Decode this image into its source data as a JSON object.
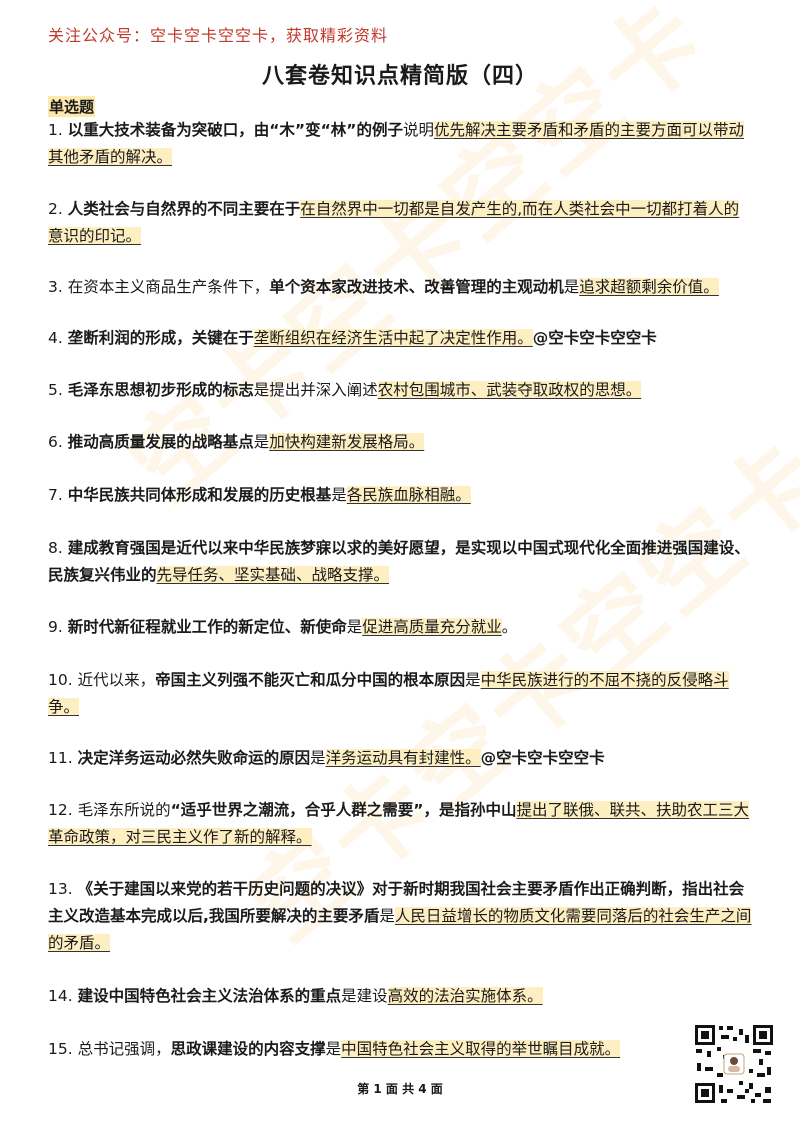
{
  "top_note": "关注公众号：空卡空卡空空卡，获取精彩资料",
  "title": "八套卷知识点精简版（四）",
  "section": "单选题",
  "watermark_text": "空卡空卡空空卡",
  "items": [
    {
      "n": "1.",
      "parts": [
        {
          "t": "以重大技术装备为突破口，由“木”变“林”的例子",
          "s": "b"
        },
        {
          "t": "说明"
        },
        {
          "t": "优先解决主要矛盾和矛盾的主要方面可以带动其他矛盾的解决。",
          "s": "a"
        }
      ]
    },
    {
      "n": "2.",
      "parts": [
        {
          "t": "人类社会与自然界的不同主要在于",
          "s": "b"
        },
        {
          "t": "在自然界中一切都是自发产生的,而在人类社会中一切都打着人的意识的印记。",
          "s": "a"
        }
      ]
    },
    {
      "n": "3.",
      "parts": [
        {
          "t": "在资本主义商品生产条件下，"
        },
        {
          "t": "单个资本家改进技术、改善管理的主观动机",
          "s": "b"
        },
        {
          "t": "是"
        },
        {
          "t": "追求超额剩余价值。",
          "s": "a"
        }
      ]
    },
    {
      "n": "4.",
      "parts": [
        {
          "t": "垄断利润的形成，关键在于",
          "s": "b"
        },
        {
          "t": "垄断组织在经济生活中起了决定性作用。",
          "s": "a"
        },
        {
          "t": "@空卡空卡空空卡",
          "s": "b"
        }
      ]
    },
    {
      "n": "5.",
      "parts": [
        {
          "t": "毛泽东思想初步形成的标志",
          "s": "b"
        },
        {
          "t": "是提出并深入阐述"
        },
        {
          "t": "农村包围城市、武装夺取政权的思想。",
          "s": "a"
        }
      ]
    },
    {
      "n": "6.",
      "parts": [
        {
          "t": "推动高质量发展的战略基点",
          "s": "b"
        },
        {
          "t": "是"
        },
        {
          "t": "加快构建新发展格局。",
          "s": "a"
        }
      ]
    },
    {
      "n": "7.",
      "parts": [
        {
          "t": "中华民族共同体形成和发展的历史根基",
          "s": "b"
        },
        {
          "t": "是"
        },
        {
          "t": "各民族血脉相融。",
          "s": "a"
        }
      ]
    },
    {
      "n": "8.",
      "parts": [
        {
          "t": "建成教育强国是近代以来中华民族梦寐以求的美好愿望，是实现以中国式现代化全面推进强国建设、民族复兴伟业的",
          "s": "b"
        },
        {
          "t": "先导任务、坚实基础、战略支撑。",
          "s": "a"
        }
      ]
    },
    {
      "n": "9.",
      "parts": [
        {
          "t": "新时代新征程就业工作的新定位、新使命",
          "s": "b"
        },
        {
          "t": "是"
        },
        {
          "t": "促进高质量充分就业",
          "s": "a"
        },
        {
          "t": "。"
        }
      ]
    },
    {
      "n": "10.",
      "parts": [
        {
          "t": "近代以来，"
        },
        {
          "t": "帝国主义列强不能灭亡和瓜分中国的根本原因",
          "s": "b"
        },
        {
          "t": "是"
        },
        {
          "t": "中华民族进行的不屈不挠的反侵略斗争。",
          "s": "a"
        }
      ]
    },
    {
      "n": "11.",
      "parts": [
        {
          "t": "决定洋务运动必然失败命运的原因",
          "s": "b"
        },
        {
          "t": "是"
        },
        {
          "t": "洋务运动具有封建性。",
          "s": "a"
        },
        {
          "t": "@空卡空卡空空卡",
          "s": "b"
        }
      ]
    },
    {
      "n": "12.",
      "parts": [
        {
          "t": "毛泽东所说的"
        },
        {
          "t": "“适乎世界之潮流，合乎人群之需要”，是指孙中山",
          "s": "b"
        },
        {
          "t": "提出了联俄、联共、扶助农工三大革命政策，对三民主义作了新的解释。",
          "s": "a"
        }
      ]
    },
    {
      "n": "13.",
      "parts": [
        {
          "t": "《关于建国以来党的若干历史问题的决议》对于新时期我国社会主要矛盾作出正确判断，指出社会主义改造基本完成以后,我国所要解决的主要矛盾",
          "s": "b"
        },
        {
          "t": "是"
        },
        {
          "t": "人民日益增长的物质文化需要同落后的社会生产之间的矛盾。",
          "s": "a"
        }
      ]
    },
    {
      "n": "14.",
      "parts": [
        {
          "t": "建设中国特色社会主义法治体系的重点",
          "s": "b"
        },
        {
          "t": "是建设"
        },
        {
          "t": "高效的法治实施体系。",
          "s": "a"
        }
      ]
    },
    {
      "n": "15.",
      "parts": [
        {
          "t": "总书记强调，"
        },
        {
          "t": "思政课建设的内容支撑",
          "s": "b"
        },
        {
          "t": "是"
        },
        {
          "t": "中国特色社会主义取得的举世瞩目成就。",
          "s": "a"
        }
      ]
    }
  ],
  "footer": "第 1 面 共 4 面"
}
